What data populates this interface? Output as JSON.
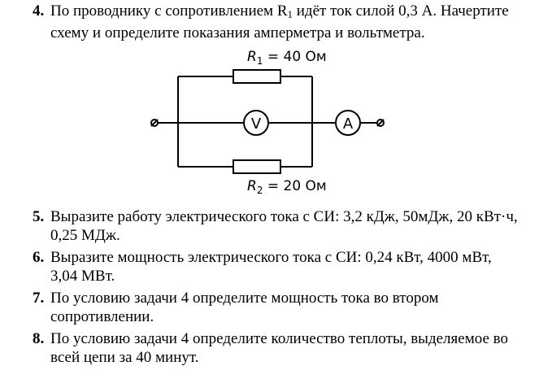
{
  "tasks": [
    {
      "number": "4.",
      "line1_before": "По проводнику с сопротивлением R",
      "line1_sub": "1",
      "line1_after": " идёт ток силой 0,3 А. Начертите",
      "line2": "схему и определите показания амперметра и вольтметра."
    },
    {
      "number": "5.",
      "line1": "Выразите работу электрического тока с СИ: 3,2 кДж, 50мДж, 20 кВт·ч,",
      "line2": "0,25 МДж."
    },
    {
      "number": "6.",
      "line1": "Выразите мощность электрического тока с СИ: 0,24 кВт, 4000 мВт,",
      "line2": "3,04 МВт."
    },
    {
      "number": "7.",
      "line1": "По условию задачи 4 определите мощность тока во втором",
      "line2": "сопротивлении."
    },
    {
      "number": "8.",
      "line1": "По условию задачи 4 определите количество теплоты, выделяемое во",
      "line2": "всей цепи за 40 минут."
    }
  ],
  "circuit": {
    "r1_letter": "R",
    "r1_sub": "1",
    "r1_value": " = 40 Ом",
    "r2_letter": "R",
    "r2_sub": "2",
    "r2_value": " = 20 Ом",
    "voltmeter_symbol": "V",
    "ammeter_symbol": "A"
  }
}
